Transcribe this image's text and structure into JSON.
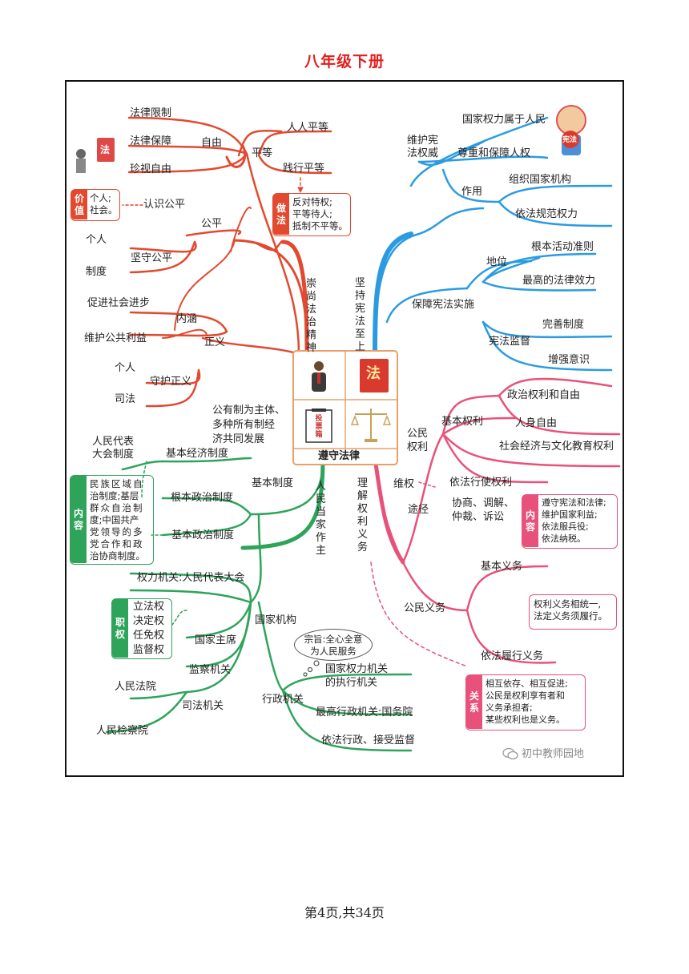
{
  "page_title": "八年级下册",
  "footer": "第4页,共34页",
  "watermark": "初中教师园地",
  "center": {
    "title": "遵守法律",
    "icon_law": "法",
    "icon_box": "投票箱"
  },
  "branch_top_left": {
    "label": "崇尚法治精神",
    "ziyou": {
      "label": "自由",
      "items": [
        "法律限制",
        "法律保障",
        "珍视自由"
      ],
      "icon": "法"
    },
    "pingdeng": {
      "label": "平等",
      "items": [
        "人人平等",
        "践行平等"
      ],
      "zuofa": {
        "tag": "做法",
        "lines": [
          "反对特权;",
          "平等待人;",
          "抵制不平等。"
        ]
      }
    },
    "gongping": {
      "label": "公平",
      "renshi": "认识公平",
      "jiazhi": {
        "tag": "价值",
        "lines": [
          "个人;",
          "社会。"
        ]
      },
      "jianshou": "坚守公平",
      "items": [
        "个人",
        "制度"
      ]
    },
    "zhengyi": {
      "label": "正义",
      "neihan": "内涵",
      "neihan_items": [
        "促进社会进步",
        "维护公共利益"
      ],
      "shouhu": "守护正义",
      "shouhu_items": [
        "个人",
        "司法"
      ]
    }
  },
  "branch_top_right": {
    "label": "坚持宪法至上",
    "weihu": {
      "label_lines": [
        "维护宪",
        "法权威"
      ],
      "items": [
        "国家权力属于人民",
        "尊重和保障人权"
      ],
      "zuoyong": "作用",
      "zuoyong_items": [
        "组织国家机构",
        "依法规范权力"
      ],
      "icon": "宪法"
    },
    "baozhang": {
      "label": "保障宪法实施",
      "diwei": "地位",
      "diwei_items": [
        "根本活动准则",
        "最高的法律效力"
      ],
      "jiandu": "宪法监督",
      "jiandu_items": [
        "完善制度",
        "增强意识"
      ]
    }
  },
  "branch_bottom_left": {
    "label": "人民当家作主",
    "zhidu": {
      "label": "基本制度",
      "jingji": "基本经济制度",
      "jingji_note_lines": [
        "公有制为主体、",
        "多种所有制经",
        "济共同发展"
      ],
      "genben": "根本政治制度",
      "genben_note_lines": [
        "人民代表",
        "大会制度"
      ],
      "zhengzhi": "基本政治制度",
      "neirong": {
        "tag": "内容",
        "lines": [
          "民族区域自",
          "治制度;基层",
          "群众自治制",
          "度;中国共产",
          "党领导的多",
          "党合作和政",
          "治协商制度。"
        ]
      }
    },
    "jigou": {
      "label": "国家机构",
      "quanli": "权力机关:人民代表大会",
      "zhiquan": {
        "tag": "职权",
        "items": [
          "立法权",
          "决定权",
          "任免权",
          "监督权"
        ]
      },
      "zhuxi": "国家主席",
      "jiancha": "监察机关",
      "sifa": "司法机关",
      "sifa_items": [
        "人民法院",
        "人民检察院"
      ],
      "xingzheng": "行政机关",
      "xingzheng_items": [
        "国家权力机关的执行机关",
        "最高行政机关:国务院",
        "依法行政、接受监督"
      ],
      "xingzheng_item1_lines": [
        "国家权力机关",
        "的执行机关"
      ],
      "zongzhi_lines": [
        "宗旨:全心全意",
        "为人民服务"
      ]
    }
  },
  "branch_bottom_right": {
    "label": "理解权利义务",
    "quanli": {
      "label_lines": [
        "公民",
        "权利"
      ],
      "jiben": "基本权利",
      "jiben_items": [
        "政治权利和自由",
        "人身自由",
        "社会经济与文化教育权利"
      ],
      "xingshi": "依法行使权利",
      "weiquan": "维权",
      "tujing": "途径",
      "tujing_lines": [
        "协商、调解、",
        "仲裁、诉讼"
      ],
      "neirong": {
        "tag": "内容",
        "lines": [
          "遵守宪法和法律;",
          "维护国家利益;",
          "依法服兵役;",
          "依法纳税。"
        ]
      }
    },
    "yiwu": {
      "label": "公民义务",
      "jiben": "基本义务",
      "lvxing": "依法履行义务",
      "note_lines": [
        "权利义务相统一,",
        "法定义务须履行。"
      ]
    },
    "guanxi": {
      "tag": "关系",
      "lines": [
        "相互依存、相互促进;",
        "公民是权利享有者和",
        "义务承担者;",
        "某些权利也是义务。"
      ]
    }
  },
  "colors": {
    "red": "#e2492f",
    "blue": "#2b9be0",
    "green": "#2ea45a",
    "pink": "#e8517a",
    "title": "#e21e1e"
  }
}
